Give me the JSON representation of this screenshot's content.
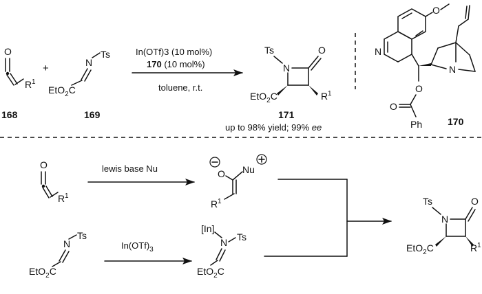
{
  "top": {
    "ketene": {
      "O": "O",
      "R": "R",
      "R_sup": "1",
      "number": "168"
    },
    "plus": "+",
    "imine": {
      "Ts": "Ts",
      "N": "N",
      "ester": "EtO",
      "ester_sub": "2",
      "ester_tail": "C",
      "number": "169"
    },
    "arrow": {
      "line1": "In(OTf)3 (10 mol%)",
      "line2_bold": "170",
      "line2_rest": " (10 mol%)",
      "below": "toluene, r.t."
    },
    "product": {
      "Ts": "Ts",
      "N": "N",
      "O": "O",
      "ester": "EtO",
      "ester_sub": "2",
      "ester_tail": "C",
      "R": "R",
      "R_sup": "1",
      "number": "171"
    },
    "yield_text": "up to 98% yield; 99% ",
    "ee": "ee",
    "catalyst": {
      "OMe_O": "O",
      "N_ring": "N",
      "N_bridge": "N",
      "O_ester": "O",
      "O_carbonyl": "O",
      "Ph": "Ph",
      "number": "170"
    }
  },
  "bottom": {
    "ketene": {
      "O": "O",
      "R": "R",
      "R_sup": "1"
    },
    "arrow1_label": "lewis base Nu",
    "enolate": {
      "minus": "−",
      "plus": "+",
      "O": "O",
      "Nu": "Nu",
      "R": "R",
      "R_sup": "1"
    },
    "imine": {
      "Ts": "Ts",
      "N": "N",
      "ester": "EtO",
      "ester_sub": "2",
      "ester_tail": "C"
    },
    "arrow2_label": "In(OTf)",
    "arrow2_sub": "3",
    "activated": {
      "In": "[In]",
      "N": "N",
      "Ts": "Ts",
      "ester": "EtO",
      "ester_sub": "2",
      "ester_tail": "C"
    },
    "product": {
      "Ts": "Ts",
      "N": "N",
      "O": "O",
      "ester": "EtO",
      "ester_sub": "2",
      "ester_tail": "C",
      "R": "R",
      "R_sup": "1"
    }
  }
}
